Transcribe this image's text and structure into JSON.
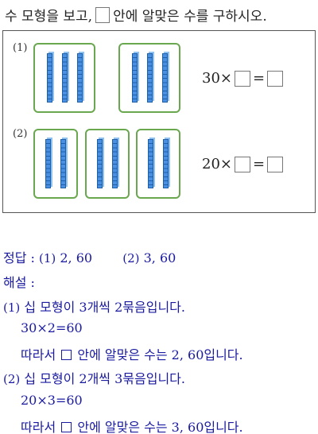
{
  "question": {
    "prefix": "수 모형을 보고,",
    "suffix": "안에 알맞은 수를 구하시오."
  },
  "figure": {
    "problems": [
      {
        "marker": "(1)",
        "groups": 2,
        "rods_per_group": 3,
        "eq_left": "30",
        "times": "×",
        "equals": "="
      },
      {
        "marker": "(2)",
        "groups": 3,
        "rods_per_group": 2,
        "eq_left": "20",
        "times": "×",
        "equals": "="
      }
    ]
  },
  "answer": {
    "label": "정답 :",
    "part1_marker": "(1)",
    "part1_value": "2,  60",
    "part2_marker": "(2)",
    "part2_value": "3,  60"
  },
  "explanation": {
    "label": "해설 :",
    "items": [
      {
        "marker": "(1)",
        "sentence": "십 모형이 3개씩 2묶음입니다.",
        "equation": "30×2=60",
        "conclusion_before": "따라서",
        "conclusion_after": "안에 알맞은 수는 2,  60입니다."
      },
      {
        "marker": "(2)",
        "sentence": "십 모형이 2개씩 3묶음입니다.",
        "equation": "20×3=60",
        "conclusion_before": "따라서",
        "conclusion_after": "안에 알맞은 수는 3,  60입니다."
      }
    ]
  },
  "colors": {
    "group_border": "#6aa84f",
    "rod": "#4a90e2",
    "solution_text": "#1a1aa0"
  }
}
